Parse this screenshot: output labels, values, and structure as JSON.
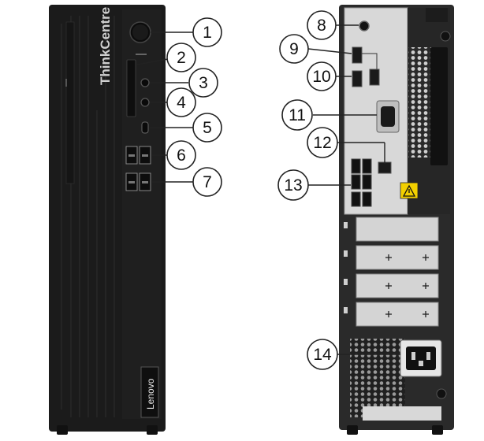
{
  "front": {
    "brand_label": "ThinkCentre",
    "logo_label": "Lenovo"
  },
  "callouts": [
    {
      "label": "1"
    },
    {
      "label": "2"
    },
    {
      "label": "3"
    },
    {
      "label": "4"
    },
    {
      "label": "5"
    },
    {
      "label": "6"
    },
    {
      "label": "7"
    },
    {
      "label": "8"
    },
    {
      "label": "9"
    },
    {
      "label": "10"
    },
    {
      "label": "11"
    },
    {
      "label": "12"
    },
    {
      "label": "13"
    },
    {
      "label": "14"
    }
  ],
  "colors": {
    "chassis_front": "#1b1b1b",
    "chassis_rear": "#2a2a2a",
    "panel_metal": "#d8d8d8",
    "warning_yellow": "#f2d000"
  }
}
